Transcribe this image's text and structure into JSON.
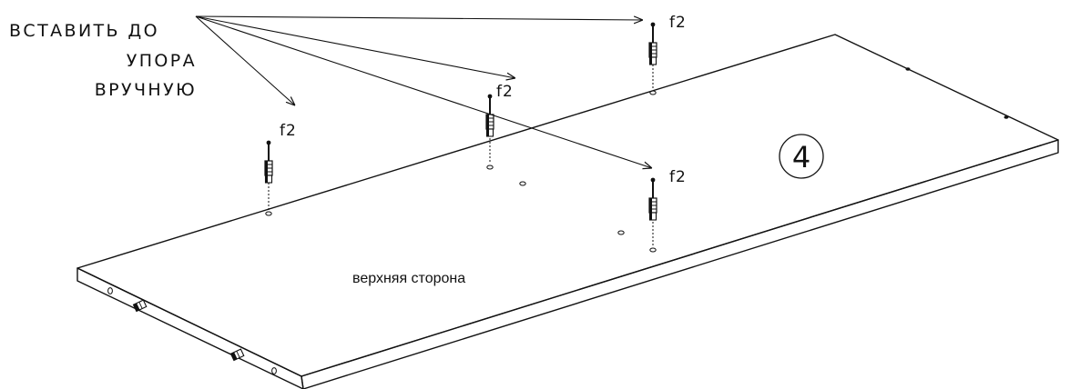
{
  "instruction": {
    "line1": "ВСТАВИТЬ ДО",
    "line2": "УПОРА",
    "line3": "ВРУЧНУЮ"
  },
  "part_label": "f2",
  "side_label": "верхняя сторона",
  "step_number": "4"
}
